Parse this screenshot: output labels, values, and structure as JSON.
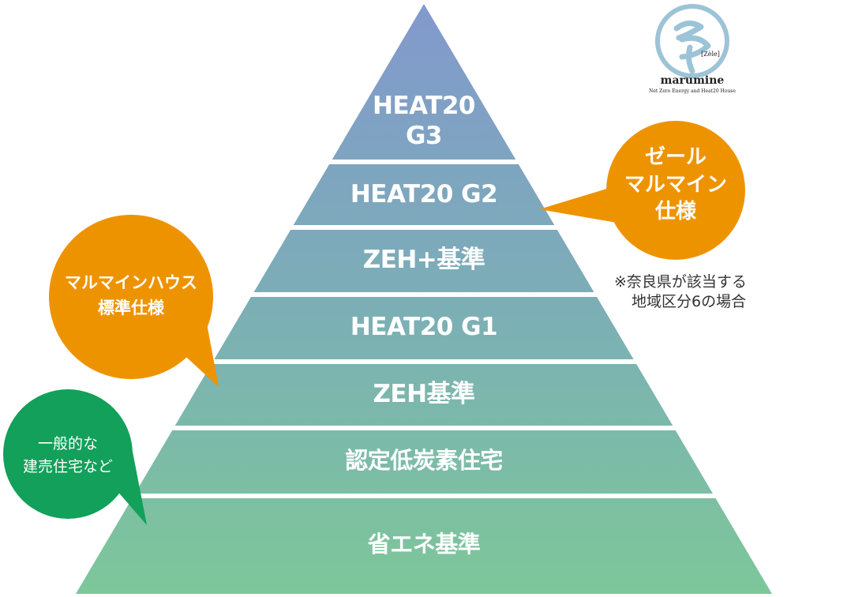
{
  "tiers": [
    {
      "lines": [
        "HEAT20",
        "G3"
      ]
    },
    {
      "lines": [
        "HEAT20 G2"
      ]
    },
    {
      "lines": [
        "ZEH+基準"
      ]
    },
    {
      "lines": [
        "HEAT20 G1"
      ]
    },
    {
      "lines": [
        "ZEH基準"
      ]
    },
    {
      "lines": [
        "認定低炭素住宅"
      ]
    },
    {
      "lines": [
        "省エネ基準"
      ]
    }
  ],
  "callouts": {
    "zele": {
      "lines": [
        "ゼール",
        "マルマイン",
        "仕様"
      ],
      "color": "#ee9300"
    },
    "standard": {
      "lines": [
        "マルマインハウス",
        "標準仕様"
      ],
      "color": "#ee9300"
    },
    "general": {
      "lines": [
        "一般的な",
        "建売住宅など"
      ],
      "color": "#12a05a"
    }
  },
  "note": {
    "line1": "※奈良県が該当する",
    "line2": "地域区分6の場合"
  },
  "logo": {
    "glyph": "ゞ",
    "tag": "[Zèle]",
    "name": "marumine",
    "tagline": "Net Zero Energy and Heat20 House",
    "ring_color": "#9dc3d6"
  },
  "colors": {
    "top": "#8299cc",
    "bottom": "#7dc79a",
    "divider": "#ffffff"
  }
}
